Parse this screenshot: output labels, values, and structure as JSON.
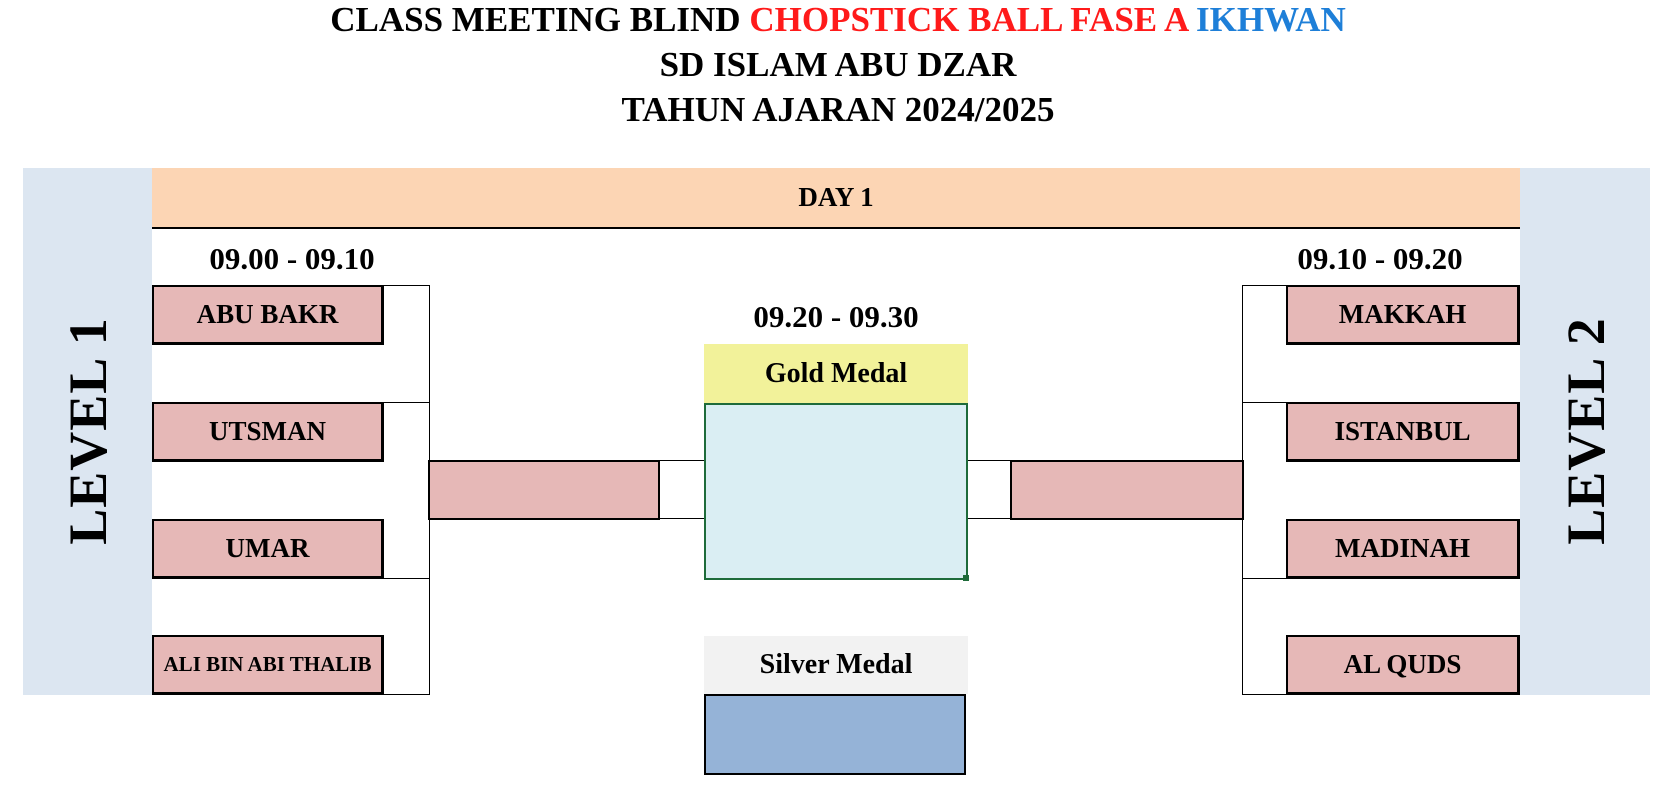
{
  "title": {
    "line1_part1": "CLASS MEETING BLIND ",
    "line1_part2": "CHOPSTICK BALL FASE A ",
    "line1_part3": "IKHWAN",
    "line2": "SD ISLAM ABU DZAR",
    "line3": "TAHUN AJARAN 2024/2025"
  },
  "colors": {
    "title_red": "#ff1a1a",
    "title_blue": "#1e7fd8",
    "side_panel": "#dce6f1",
    "day_banner": "#fcd5b4",
    "team_box": "#e6b8b7",
    "gold_header": "#f2f29a",
    "gold_box": "#daeef3",
    "silver_header": "#f2f2f2",
    "silver_box": "#95b3d7"
  },
  "bracket": {
    "day_label": "DAY 1",
    "left_level": "LEVEL 1",
    "right_level": "LEVEL 2",
    "left_time": "09.00 - 09.10",
    "right_time": "09.10 - 09.20",
    "final_time": "09.20 - 09.30",
    "left_teams": [
      "ABU BAKR",
      "UTSMAN",
      "UMAR",
      "ALI BIN ABI THALIB"
    ],
    "right_teams": [
      "MAKKAH",
      "ISTANBUL",
      "MADINAH",
      "AL QUDS"
    ],
    "gold_label": "Gold Medal",
    "silver_label": "Silver Medal"
  }
}
